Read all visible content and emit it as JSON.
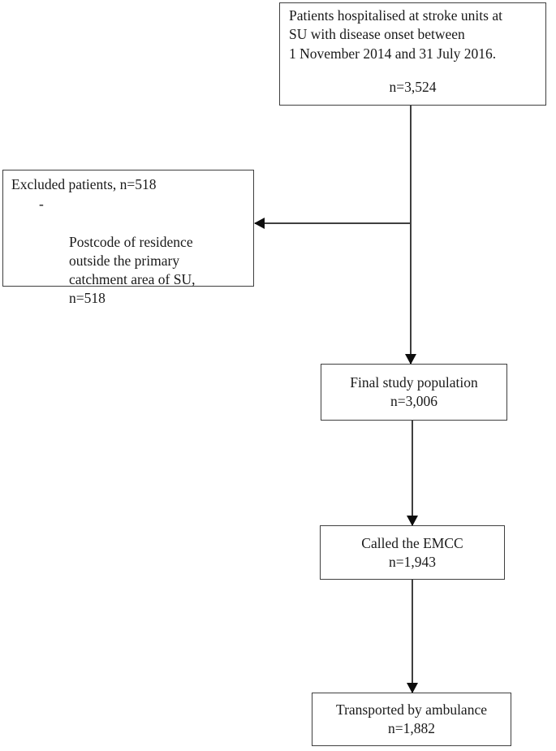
{
  "chart_data": {
    "type": "diagram",
    "title": "Patient inclusion flow diagram",
    "diagram_kind": "flowchart",
    "nodes": [
      {
        "id": "source",
        "label": "Patients hospitalised at stroke units at SU with disease onset between 1 November 2014 and 31 July 2016.",
        "n": 3524
      },
      {
        "id": "excluded",
        "label": "Excluded patients",
        "n": 518
      },
      {
        "id": "final",
        "label": "Final study population",
        "n": 3006
      },
      {
        "id": "emcc",
        "label": "Called the EMCC",
        "n": 1943
      },
      {
        "id": "transport",
        "label": "Transported by ambulance",
        "n": 1882
      }
    ],
    "edges": [
      {
        "from": "source",
        "to": "final",
        "direction": "down"
      },
      {
        "from": "source",
        "to": "excluded",
        "direction": "left"
      },
      {
        "from": "final",
        "to": "emcc",
        "direction": "down"
      },
      {
        "from": "emcc",
        "to": "transport",
        "direction": "down"
      }
    ]
  },
  "boxes": {
    "source": {
      "body": "Patients hospitalised at stroke units at\nSU with disease onset between\n1 November 2014 and 31 July 2016.",
      "count": "n=3,524"
    },
    "excluded": {
      "title": "Excluded patients, n=518",
      "bullet_marker": "-",
      "items": [
        "Postcode of residence\noutside the primary\ncatchment area of SU,\nn=518"
      ]
    },
    "final": {
      "text": "Final study population\nn=3,006"
    },
    "emcc": {
      "text": "Called the EMCC\nn=1,943"
    },
    "transport": {
      "text": "Transported by ambulance\nn=1,882"
    }
  },
  "style": {
    "border_color": "#3f3f3f",
    "text_color": "#1a1a1a",
    "arrow_color": "#0d0d0d",
    "background": "#ffffff"
  }
}
